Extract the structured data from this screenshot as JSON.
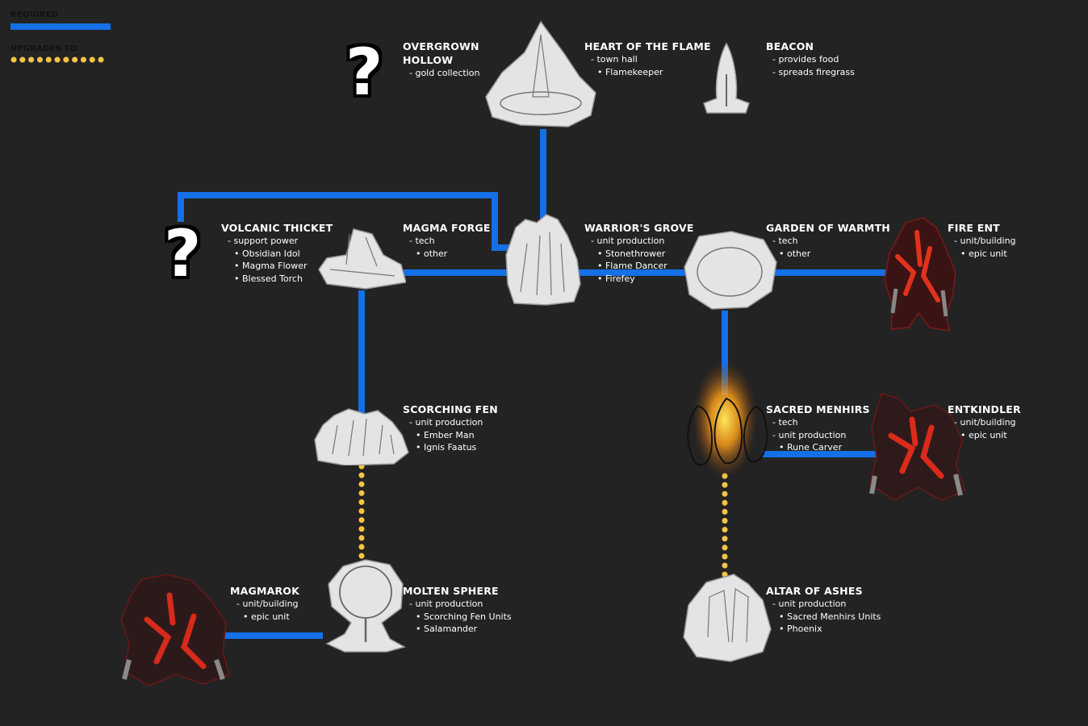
{
  "legend": {
    "required": "REQUIRED",
    "upgrades_to": "UPGRADES TO",
    "required_color": "#1470e6",
    "upgrade_color": "#f6c444"
  },
  "unknown_symbol": "?",
  "nodes": {
    "overgrown_hollow": {
      "title": "OVERGROWN\nHOLLOW",
      "lines": [
        "- gold collection"
      ]
    },
    "heart_of_the_flame": {
      "title": "HEART OF THE FLAME",
      "lines": [
        "- town hall",
        "• Flamekeeper"
      ]
    },
    "beacon": {
      "title": "BEACON",
      "lines": [
        "- provides food",
        "- spreads firegrass"
      ]
    },
    "volcanic_thicket": {
      "title": "VOLCANIC THICKET",
      "lines": [
        "- support power",
        "• Obsidian Idol",
        "• Magma Flower",
        "• Blessed Torch"
      ]
    },
    "magma_forge": {
      "title": "MAGMA FORGE",
      "lines": [
        "- tech",
        "• other"
      ]
    },
    "warriors_grove": {
      "title": "WARRIOR'S GROVE",
      "lines": [
        "- unit production",
        "• Stonethrower",
        "• Flame Dancer",
        "• Firefey"
      ]
    },
    "garden_of_warmth": {
      "title": "GARDEN OF WARMTH",
      "lines": [
        "- tech",
        "• other"
      ]
    },
    "fire_ent": {
      "title": "FIRE ENT",
      "lines": [
        "- unit/building",
        "• epic unit"
      ]
    },
    "scorching_fen": {
      "title": "SCORCHING FEN",
      "lines": [
        "- unit production",
        "• Ember Man",
        "• Ignis Faatus"
      ]
    },
    "sacred_menhirs": {
      "title": "SACRED MENHIRS",
      "lines": [
        "- tech",
        "- unit production",
        "• Rune Carver"
      ]
    },
    "entkindler": {
      "title": "ENTKINDLER",
      "lines": [
        "- unit/building",
        "• epic unit"
      ]
    },
    "magmarok": {
      "title": "MAGMAROK",
      "lines": [
        "- unit/building",
        "• epic unit"
      ]
    },
    "molten_sphere": {
      "title": "MOLTEN SPHERE",
      "lines": [
        "- unit production",
        "• Scorching Fen Units",
        "• Salamander"
      ]
    },
    "altar_of_ashes": {
      "title": "ALTAR OF ASHES",
      "lines": [
        "- unit production",
        "• Sacred Menhirs Units",
        "• Phoenix"
      ]
    }
  }
}
